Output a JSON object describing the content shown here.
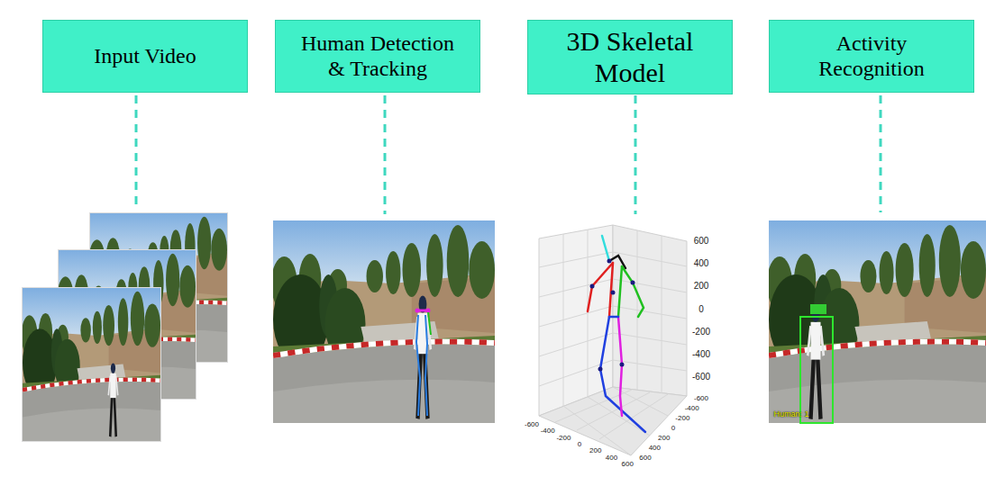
{
  "diagram": {
    "nodes": [
      {
        "text": [
          "Input Video"
        ]
      },
      {
        "text": [
          "Human Detection & Tracking"
        ]
      },
      {
        "text": [
          "3D Skeletal Model"
        ]
      },
      {
        "text": [
          "Activity Recognition"
        ]
      }
    ],
    "labels": [
      "600",
      "400",
      "200",
      "0",
      "-200",
      "-400",
      "-600",
      "-600",
      "-400",
      "-200",
      "0",
      "200",
      "400",
      "600",
      "-600",
      "-400",
      "-200",
      "0",
      "200",
      "400",
      "600",
      "Human: 1"
    ]
  }
}
